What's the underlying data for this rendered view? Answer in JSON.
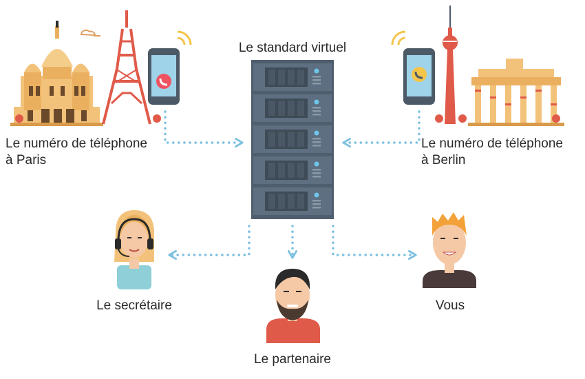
{
  "labels": {
    "server": "Le standard virtuel",
    "paris": "Le numéro de téléphone\nà  Paris",
    "berlin": "Le numéro de téléphone\nà Berlin",
    "secretary": "Le secrétaire",
    "partner": "Le partenaire",
    "you": "Vous"
  },
  "colors": {
    "arrow": "#7cc0e0",
    "server_dark": "#4e5e6e",
    "server_mid": "#5d6f80",
    "monument": "#f3c27a",
    "tower_red": "#e05a4a",
    "phone_body": "#4c5a67",
    "phone_screen": "#9fd3ea",
    "call_red": "#ef5260",
    "call_yellow": "#f3c54b"
  },
  "icons": [
    "sacre-coeur-icon",
    "eiffel-tower-icon",
    "berlin-tv-tower-icon",
    "brandenburg-gate-icon",
    "smartphone-icon",
    "server-rack-icon",
    "headset-icon"
  ]
}
